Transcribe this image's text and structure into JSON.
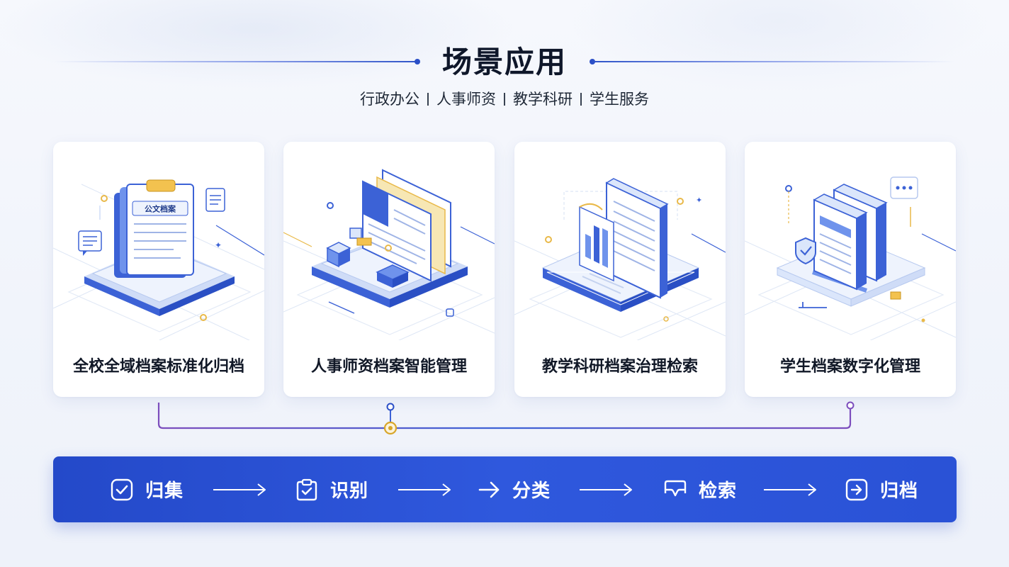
{
  "header": {
    "title": "场景应用",
    "subtitle_items": [
      "行政办公",
      "人事师资",
      "教学科研",
      "学生服务"
    ]
  },
  "cards": [
    {
      "label": "全校全域档案标准化归档",
      "doc_tag": "公文档案"
    },
    {
      "label": "人事师资档案智能管理"
    },
    {
      "label": "教学科研档案治理检索"
    },
    {
      "label": "学生档案数字化管理"
    }
  ],
  "process": {
    "steps": [
      {
        "label": "归集",
        "icon": "check-square-icon"
      },
      {
        "label": "识别",
        "icon": "clipboard-check-icon"
      },
      {
        "label": "分类",
        "icon": "arrow-right-icon"
      },
      {
        "label": "检索",
        "icon": "inbox-icon"
      },
      {
        "label": "归档",
        "icon": "sign-in-icon"
      }
    ]
  },
  "colors": {
    "primary_blue": "#2f58dd",
    "dark_blue": "#2449c9",
    "light_blue": "#dbe6fb",
    "accent_gold": "#e9b949",
    "connector_purple": "#7c4dbd",
    "connector_blue": "#3c62d6"
  }
}
